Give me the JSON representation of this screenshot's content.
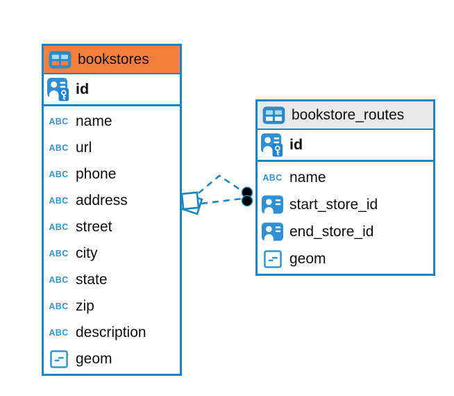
{
  "diagram": {
    "tool": "entity-relationship-diagram",
    "colors": {
      "table_border_blue": "#1586c8",
      "bookstores_header_orange": "#f5803e",
      "routes_header_gray": "#e9e9e9",
      "icon_blue": "#3194d3",
      "icon_fill_blue": "#3090d2",
      "key_badge_blue": "#1d83d4",
      "text_color": "#0d0d0d",
      "connector_dot_black": "#000000"
    },
    "icons": {
      "text_type_label": "ABC",
      "table_icon": "table-grid-icon",
      "primary_key_icon": "person-key-icon",
      "reference_icon": "person-reference-icon",
      "geometry_icon": "geometry-box-icon"
    },
    "tables": [
      {
        "name": "bookstores",
        "header_style": "orange",
        "primary_key": {
          "name": "id",
          "icon": "person-key-icon"
        },
        "fields": [
          {
            "name": "name",
            "type": "text",
            "icon": "text-type-icon"
          },
          {
            "name": "url",
            "type": "text",
            "icon": "text-type-icon"
          },
          {
            "name": "phone",
            "type": "text",
            "icon": "text-type-icon"
          },
          {
            "name": "address",
            "type": "text",
            "icon": "text-type-icon"
          },
          {
            "name": "street",
            "type": "text",
            "icon": "text-type-icon"
          },
          {
            "name": "city",
            "type": "text",
            "icon": "text-type-icon"
          },
          {
            "name": "state",
            "type": "text",
            "icon": "text-type-icon"
          },
          {
            "name": "zip",
            "type": "text",
            "icon": "text-type-icon"
          },
          {
            "name": "description",
            "type": "text",
            "icon": "text-type-icon"
          },
          {
            "name": "geom",
            "type": "geometry",
            "icon": "geometry-box-icon"
          }
        ]
      },
      {
        "name": "bookstore_routes",
        "header_style": "gray",
        "primary_key": {
          "name": "id",
          "icon": "person-key-icon"
        },
        "fields": [
          {
            "name": "name",
            "type": "text",
            "icon": "text-type-icon"
          },
          {
            "name": "start_store_id",
            "type": "reference",
            "icon": "person-reference-icon"
          },
          {
            "name": "end_store_id",
            "type": "reference",
            "icon": "person-reference-icon"
          },
          {
            "name": "geom",
            "type": "geometry",
            "icon": "geometry-box-icon"
          }
        ]
      }
    ],
    "relationships": [
      {
        "from_table": "bookstore_routes",
        "from_field": "start_store_id",
        "to_table": "bookstores",
        "to_field": "id",
        "style": "dashed"
      },
      {
        "from_table": "bookstore_routes",
        "from_field": "end_store_id",
        "to_table": "bookstores",
        "to_field": "id",
        "style": "dashed"
      }
    ]
  }
}
